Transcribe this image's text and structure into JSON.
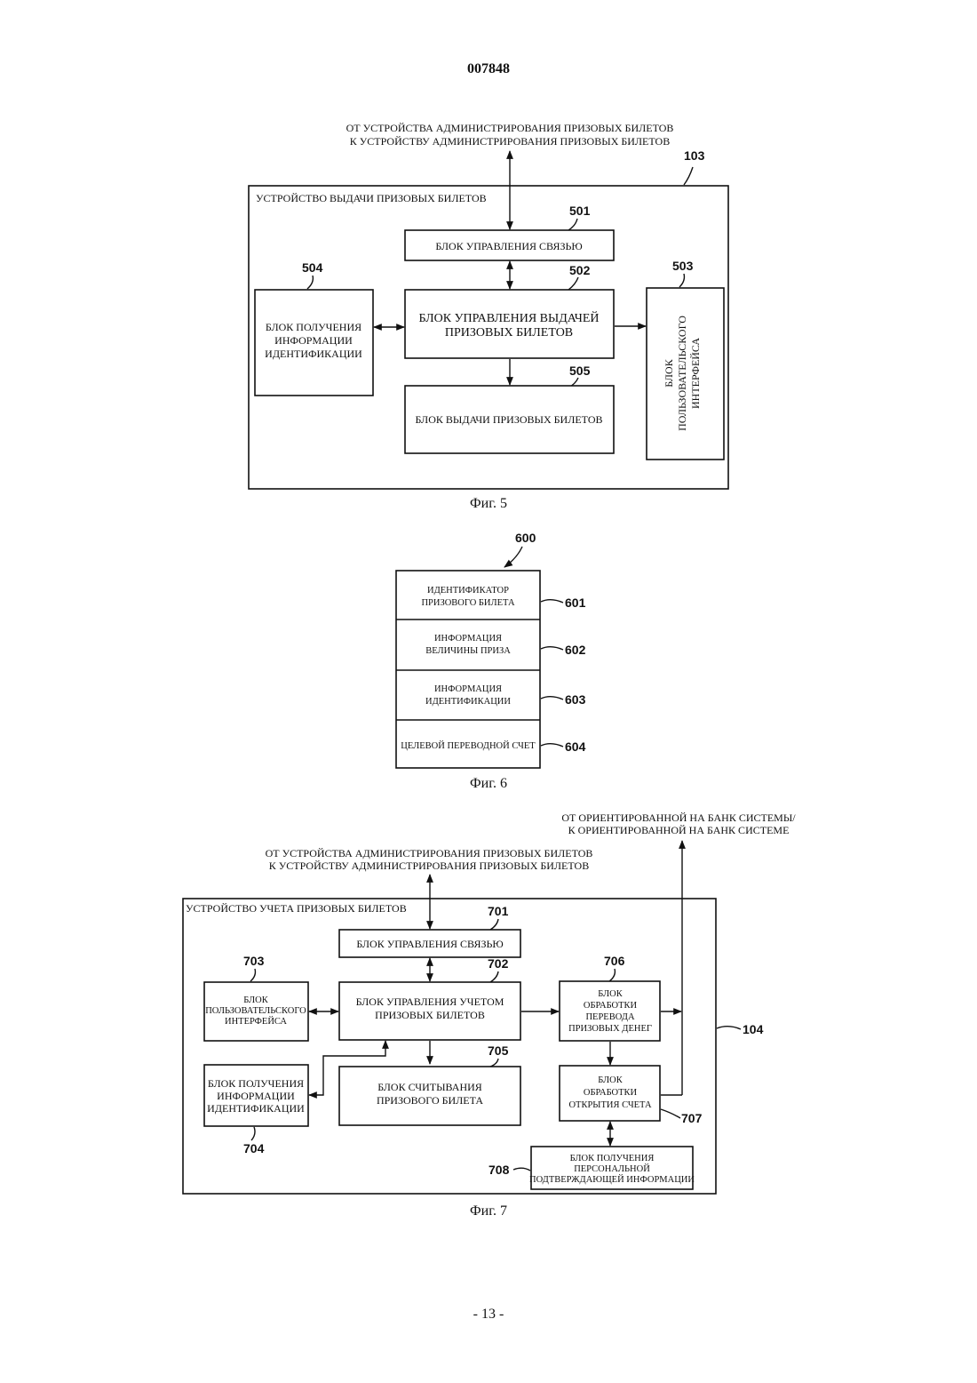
{
  "doc_number": "007848",
  "page_number": "- 13 -",
  "fig5": {
    "caption": "Фиг. 5",
    "top_line1": "ОТ УСТРОЙСТВА АДМИНИСТРИРОВАНИЯ ПРИЗОВЫХ БИЛЕТОВ",
    "top_line2": "К УСТРОЙСТВУ АДМИНИСТРИРОВАНИЯ ПРИЗОВЫХ БИЛЕТОВ",
    "ref_device": "103",
    "device_label": "УСТРОЙСТВО ВЫДАЧИ ПРИЗОВЫХ БИЛЕТОВ",
    "ref_501": "501",
    "box_501": "БЛОК УПРАВЛЕНИЯ СВЯЗЬЮ",
    "ref_502": "502",
    "box_502_l1": "БЛОК УПРАВЛЕНИЯ ВЫДАЧЕЙ",
    "box_502_l2": "ПРИЗОВЫХ БИЛЕТОВ",
    "ref_503": "503",
    "box_503_l1": "БЛОК",
    "box_503_l2": "ПОЛЬЗОВАТЕЛЬСКОГО",
    "box_503_l3": "ИНТЕРФЕЙСА",
    "ref_504": "504",
    "box_504_l1": "БЛОК ПОЛУЧЕНИЯ",
    "box_504_l2": "ИНФОРМАЦИИ",
    "box_504_l3": "ИДЕНТИФИКАЦИИ",
    "ref_505": "505",
    "box_505": "БЛОК ВЫДАЧИ ПРИЗОВЫХ БИЛЕТОВ"
  },
  "fig6": {
    "caption": "Фиг. 6",
    "ref_600": "600",
    "row_601_l1": "ИДЕНТИФИКАТОР",
    "row_601_l2": "ПРИЗОВОГО БИЛЕТА",
    "ref_601": "601",
    "row_602_l1": "ИНФОРМАЦИЯ",
    "row_602_l2": "ВЕЛИЧИНЫ ПРИЗА",
    "ref_602": "602",
    "row_603_l1": "ИНФОРМАЦИЯ",
    "row_603_l2": "ИДЕНТИФИКАЦИИ",
    "ref_603": "603",
    "row_604": "ЦЕЛЕВОЙ ПЕРЕВОДНОЙ СЧЕТ",
    "ref_604": "604"
  },
  "fig7": {
    "caption": "Фиг. 7",
    "bank_line1": "ОТ ОРИЕНТИРОВАННОЙ НА БАНК СИСТЕМЫ/",
    "bank_line2": "К ОРИЕНТИРОВАННОЙ НА БАНК СИСТЕМЕ",
    "top_line1": "ОТ УСТРОЙСТВА АДМИНИСТРИРОВАНИЯ ПРИЗОВЫХ БИЛЕТОВ",
    "top_line2": "К УСТРОЙСТВУ АДМИНИСТРИРОВАНИЯ ПРИЗОВЫХ БИЛЕТОВ",
    "device_label": "УСТРОЙСТВО УЧЕТА ПРИЗОВЫХ БИЛЕТОВ",
    "ref_device": "104",
    "ref_701": "701",
    "box_701": "БЛОК УПРАВЛЕНИЯ СВЯЗЬЮ",
    "ref_702": "702",
    "box_702_l1": "БЛОК УПРАВЛЕНИЯ УЧЕТОМ",
    "box_702_l2": "ПРИЗОВЫХ БИЛЕТОВ",
    "ref_703": "703",
    "box_703_l1": "БЛОК",
    "box_703_l2": "ПОЛЬЗОВАТЕЛЬСКОГО",
    "box_703_l3": "ИНТЕРФЕЙСА",
    "ref_704": "704",
    "box_704_l1": "БЛОК ПОЛУЧЕНИЯ",
    "box_704_l2": "ИНФОРМАЦИИ",
    "box_704_l3": "ИДЕНТИФИКАЦИИ",
    "ref_705": "705",
    "box_705_l1": "БЛОК СЧИТЫВАНИЯ",
    "box_705_l2": "ПРИЗОВОГО БИЛЕТА",
    "ref_706": "706",
    "box_706_l1": "БЛОК",
    "box_706_l2": "ОБРАБОТКИ",
    "box_706_l3": "ПЕРЕВОДА",
    "box_706_l4": "ПРИЗОВЫХ ДЕНЕГ",
    "ref_707": "707",
    "box_707_l1": "БЛОК",
    "box_707_l2": "ОБРАБОТКИ",
    "box_707_l3": "ОТКРЫТИЯ СЧЕТА",
    "ref_708": "708",
    "box_708_l1": "БЛОК ПОЛУЧЕНИЯ",
    "box_708_l2": "ПЕРСОНАЛЬНОЙ",
    "box_708_l3": "ПОДТВЕРЖДАЮЩЕЙ ИНФОРМАЦИИ"
  }
}
